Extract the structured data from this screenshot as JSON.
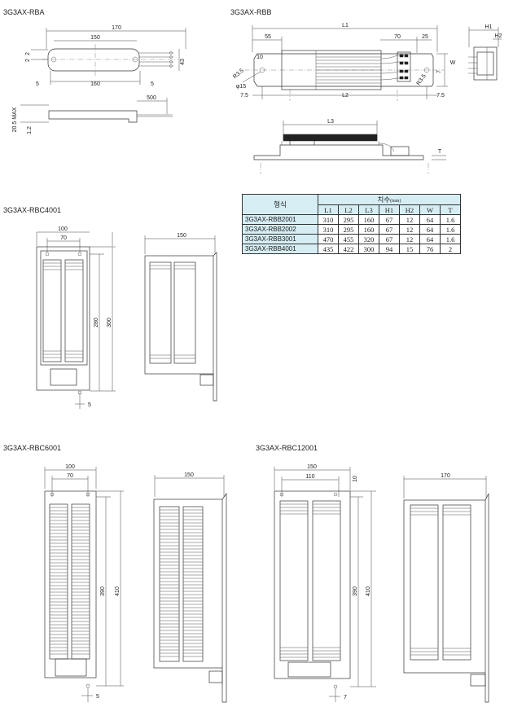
{
  "titles": {
    "rba": "3G3AX-RBA",
    "rbb": "3G3AX-RBB",
    "rbc4001": "3G3AX-RBC4001",
    "rbc6001": "3G3AX-RBC6001",
    "rbc12001": "3G3AX-RBC12001"
  },
  "rba": {
    "d170": "170",
    "d150": "150",
    "d160": "160",
    "d5l": "5",
    "d5r": "5",
    "d43": "43",
    "d2": "2",
    "d2b": "2",
    "d500": "500",
    "d205": "20.5 MAX",
    "d12": "1.2"
  },
  "rbb": {
    "l1": "L1",
    "d55": "55",
    "d70": "70",
    "d25": "25",
    "h1": "H1",
    "h2": "H2",
    "r35": "R3.5",
    "d10": "10",
    "phi15": "φ15",
    "d75l": "7.5",
    "l2": "L2",
    "d75r": "7.5",
    "w": "W",
    "d7": "7",
    "r35b": "R3.5",
    "l3": "L3",
    "t": "T"
  },
  "rbc4001": {
    "d100": "100",
    "d70": "70",
    "d280": "280",
    "d300": "300",
    "d5": "5",
    "d150": "150"
  },
  "rbc6001": {
    "d100": "100",
    "d70": "70",
    "d390": "390",
    "d410": "410",
    "d5": "5",
    "d150": "150"
  },
  "rbc12001": {
    "d150": "150",
    "d110": "110",
    "d10": "10",
    "d390": "390",
    "d410": "410",
    "d7": "7",
    "d170": "170"
  },
  "table": {
    "model_header": "형식",
    "dims_header": "치수",
    "dims_unit": "(mm)",
    "cols": [
      "L1",
      "L2",
      "L3",
      "H1",
      "H2",
      "W",
      "T"
    ],
    "rows": [
      {
        "model": "3G3AX-RBB2001",
        "vals": [
          "310",
          "295",
          "160",
          "67",
          "12",
          "64",
          "1.6"
        ]
      },
      {
        "model": "3G3AX-RBB2002",
        "vals": [
          "310",
          "295",
          "160",
          "67",
          "12",
          "64",
          "1.6"
        ]
      },
      {
        "model": "3G3AX-RBB3001",
        "vals": [
          "470",
          "455",
          "320",
          "67",
          "12",
          "64",
          "1.6"
        ]
      },
      {
        "model": "3G3AX-RBB4001",
        "vals": [
          "435",
          "422",
          "300",
          "94",
          "15",
          "76",
          "2"
        ]
      }
    ]
  }
}
